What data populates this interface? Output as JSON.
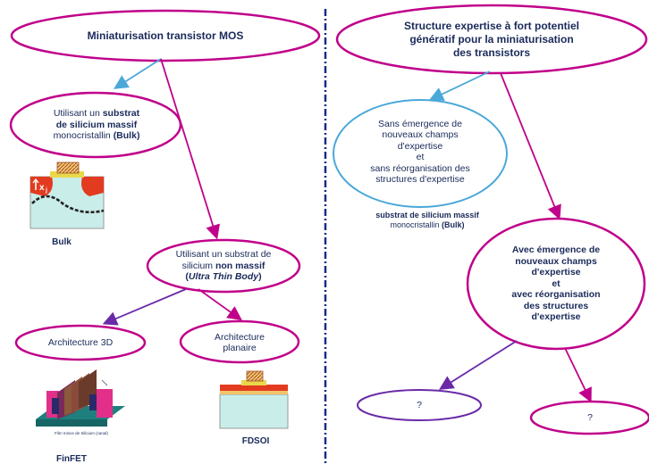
{
  "left": {
    "title": "Miniaturisation transistor MOS",
    "bulk_node": {
      "line1": "Utilisant un",
      "line1_bold": "substrat",
      "line2_bold": "de silicium massif",
      "line3": "monocristallin",
      "line3_bold": "(Bulk)"
    },
    "bulk_label": "Bulk",
    "thin_node": {
      "line1": "Utilisant un substrat de",
      "line2": "silicium",
      "line2_bold": "non massif",
      "line3_open": "(",
      "line3_italic": "Ultra Thin Body",
      "line3_close": ")"
    },
    "arch3d": "Architecture 3D",
    "planar_line1": "Architecture",
    "planar_line2": "planaire",
    "finfet_label": "FinFET",
    "fdsoi_label": "FDSOI",
    "finfet_caption": "Film mince de Silicium (canal)"
  },
  "right": {
    "title_line1": "Structure expertise à fort potentiel",
    "title_line2": "génératif pour la miniaturisation",
    "title_line3": "des transistors",
    "without_node": {
      "line1": "Sans émergence de",
      "line2": "nouveaux champs",
      "line3": "d'expertise",
      "line4": "et",
      "line5": "sans réorganisation des",
      "line6": "structures d'expertise"
    },
    "substrate_caption_bold": "substrat de silicium massif",
    "substrate_caption_line2": "monocristallin",
    "substrate_caption_line2_bold": "(Bulk)",
    "with_node": {
      "line1": "Avec émergence de",
      "line2": "nouveaux champs",
      "line3": "d'expertise",
      "line4": "et",
      "line5": "avec réorganisation",
      "line6": "des structures",
      "line7": "d'expertise"
    },
    "unknown_left": "?",
    "unknown_right": "?"
  },
  "colors": {
    "ellipse_stroke": "#c0008a",
    "arrow_blue": "#4aa8d8",
    "arrow_magenta": "#c0008a",
    "arrow_purple": "#6a2aa8",
    "divider": "#1a2a8a",
    "text": "#1a2a5a"
  }
}
